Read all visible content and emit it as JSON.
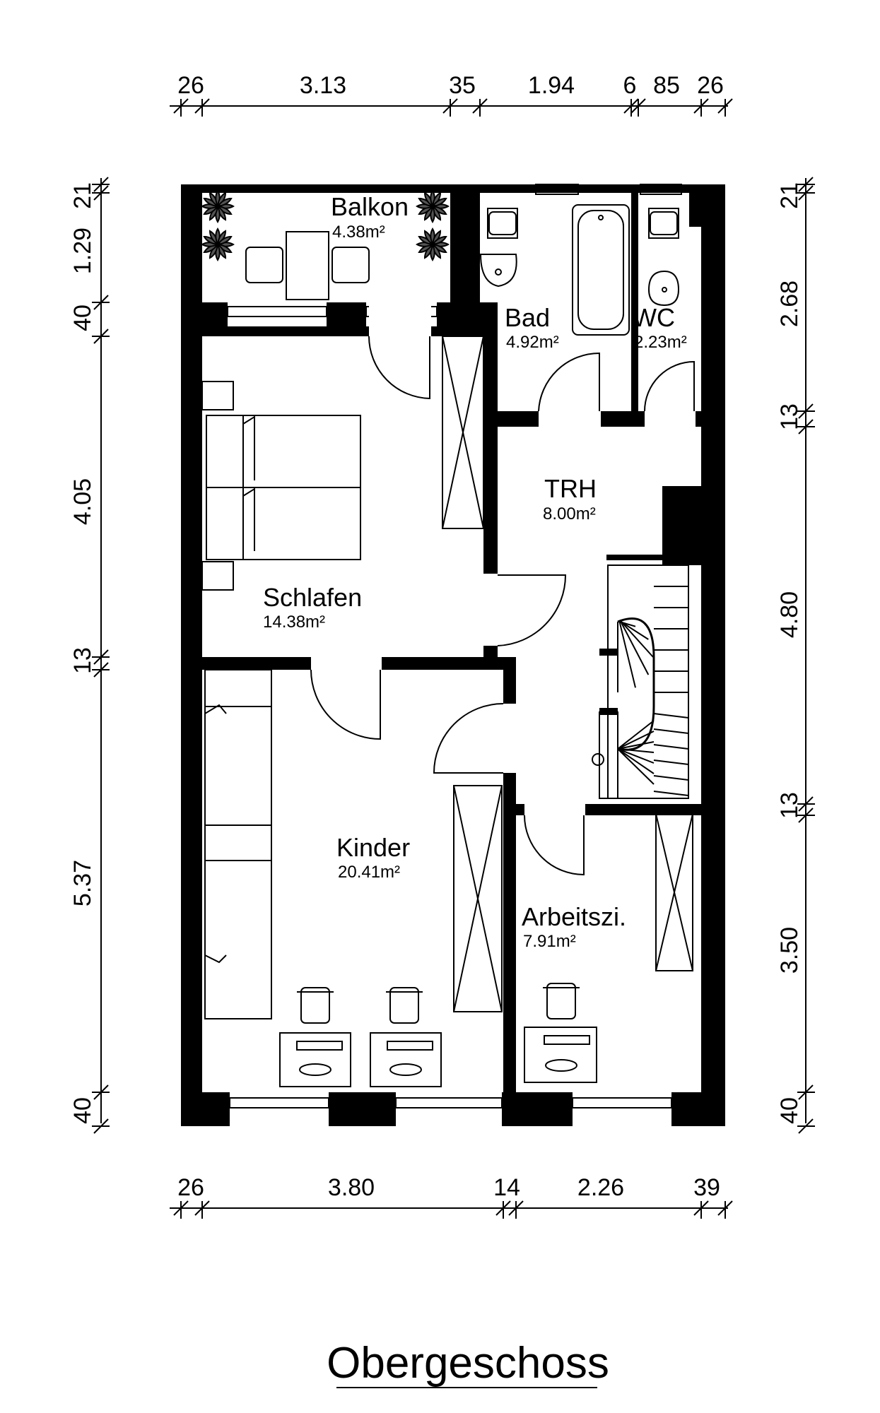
{
  "title": "Obergeschoss",
  "dimensions": {
    "top": [
      "26",
      "3.13",
      "35",
      "1.94",
      "6",
      "85",
      "26"
    ],
    "bottom": [
      "26",
      "3.80",
      "14",
      "2.26",
      "39"
    ],
    "left": [
      "21",
      "1.29",
      "40",
      "4.05",
      "13",
      "5.37",
      "40"
    ],
    "right": [
      "21",
      "2.68",
      "13",
      "4.80",
      "13",
      "3.50",
      "40"
    ]
  },
  "rooms": {
    "balkon": {
      "name": "Balkon",
      "area": "4.38m²"
    },
    "bad": {
      "name": "Bad",
      "area": "4.92m²"
    },
    "wc": {
      "name": "WC",
      "area": "2.23m²"
    },
    "trh": {
      "name": "TRH",
      "area": "8.00m²"
    },
    "schlafen": {
      "name": "Schlafen",
      "area": "14.38m²"
    },
    "kinder": {
      "name": "Kinder",
      "area": "20.41m²"
    },
    "arbeitszimmer": {
      "name": "Arbeitszi.",
      "area": "7.91m²"
    }
  }
}
